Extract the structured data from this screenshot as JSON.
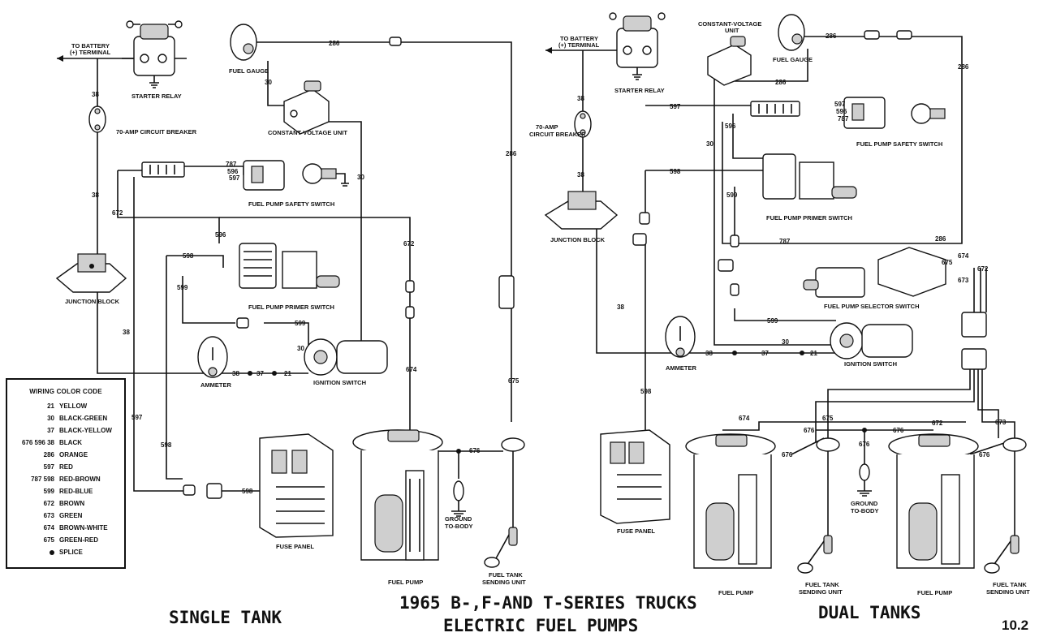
{
  "titles": {
    "single": "SINGLE TANK",
    "main_line1": "1965 B-,F-AND T-SERIES TRUCKS",
    "main_line2": "ELECTRIC FUEL PUMPS",
    "dual": "DUAL TANKS",
    "page": "10.2"
  },
  "labels": {
    "to_battery_l1": "TO BATTERY",
    "to_battery_l2": "(+) TERMINAL",
    "starter_relay": "STARTER RELAY",
    "fuel_gauge": "FUEL GAUGE",
    "constant_voltage": "CONSTANT-VOLTAGE UNIT",
    "cv_l1": "CONSTANT-VOLTAGE",
    "cv_l2": "UNIT",
    "circuit_breaker": "70-AMP  CIRCUIT BREAKER",
    "cb_l1": "70-AMP",
    "cb_l2": "CIRCUIT BREAKER",
    "fp_safety": "FUEL PUMP SAFETY SWITCH",
    "junction_block": "JUNCTION BLOCK",
    "fp_primer": "FUEL PUMP PRIMER SWITCH",
    "ammeter": "AMMETER",
    "ignition": "IGNITION SWITCH",
    "fuse_panel": "FUSE PANEL",
    "fuel_pump": "FUEL PUMP",
    "ground_l1": "GROUND",
    "ground_l2": "TO-BODY",
    "sending_l1": "FUEL TANK",
    "sending_l2": "SENDING UNIT",
    "fp_selector": "FUEL PUMP SELECTOR SWITCH"
  },
  "wires": {
    "w21": "21",
    "w30": "30",
    "w37": "37",
    "w38": "38",
    "w286": "286",
    "w596": "596",
    "w597": "597",
    "w598": "598",
    "w599": "599",
    "w672": "672",
    "w673": "673",
    "w674": "674",
    "w675": "675",
    "w676": "676",
    "w787": "787"
  },
  "legend": {
    "title": "WIRING COLOR CODE",
    "rows": [
      {
        "code": "21",
        "name": "YELLOW"
      },
      {
        "code": "30",
        "name": "BLACK-GREEN"
      },
      {
        "code": "37",
        "name": "BLACK-YELLOW"
      },
      {
        "code": "676 596 38",
        "name": "BLACK"
      },
      {
        "code": "286",
        "name": "ORANGE"
      },
      {
        "code": "597",
        "name": "RED"
      },
      {
        "code": "787 598",
        "name": "RED-BROWN"
      },
      {
        "code": "599",
        "name": "RED-BLUE"
      },
      {
        "code": "672",
        "name": "BROWN"
      },
      {
        "code": "673",
        "name": "GREEN"
      },
      {
        "code": "674",
        "name": "BROWN-WHITE"
      },
      {
        "code": "675",
        "name": "GREEN-RED"
      }
    ],
    "splice": "SPLICE"
  }
}
